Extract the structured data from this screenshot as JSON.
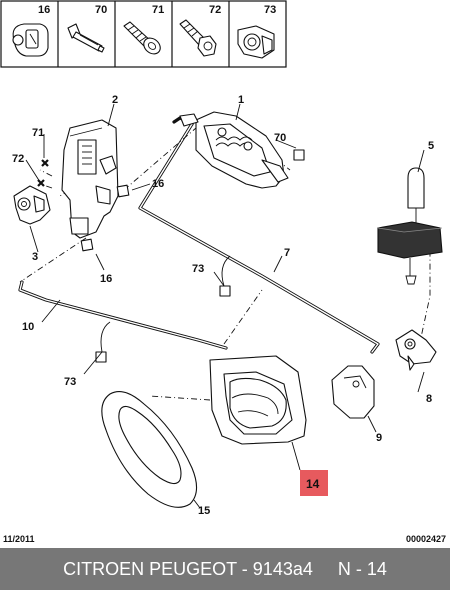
{
  "header_parts": [
    {
      "num": "16",
      "icon": "clip-icon"
    },
    {
      "num": "70",
      "icon": "rivet-icon"
    },
    {
      "num": "71",
      "icon": "screw-icon"
    },
    {
      "num": "72",
      "icon": "screw-icon"
    },
    {
      "num": "73",
      "icon": "grommet-clip-icon"
    }
  ],
  "callouts": {
    "c1": "1",
    "c2": "2",
    "c3": "3",
    "c5": "5",
    "c7": "7",
    "c8": "8",
    "c9": "9",
    "c10": "10",
    "c14": "14",
    "c15": "15",
    "c16a": "16",
    "c16b": "16",
    "c70": "70",
    "c71": "71",
    "c72": "72",
    "c73a": "73",
    "c73b": "73"
  },
  "highlight": {
    "part": "14",
    "color": "#e75a5e"
  },
  "footer": {
    "date": "11/2011",
    "code": "00002427"
  },
  "bottom_bar": {
    "text": "CITROEN PEUGEOT - 9143a4     N - 14",
    "bg": "#777777"
  }
}
